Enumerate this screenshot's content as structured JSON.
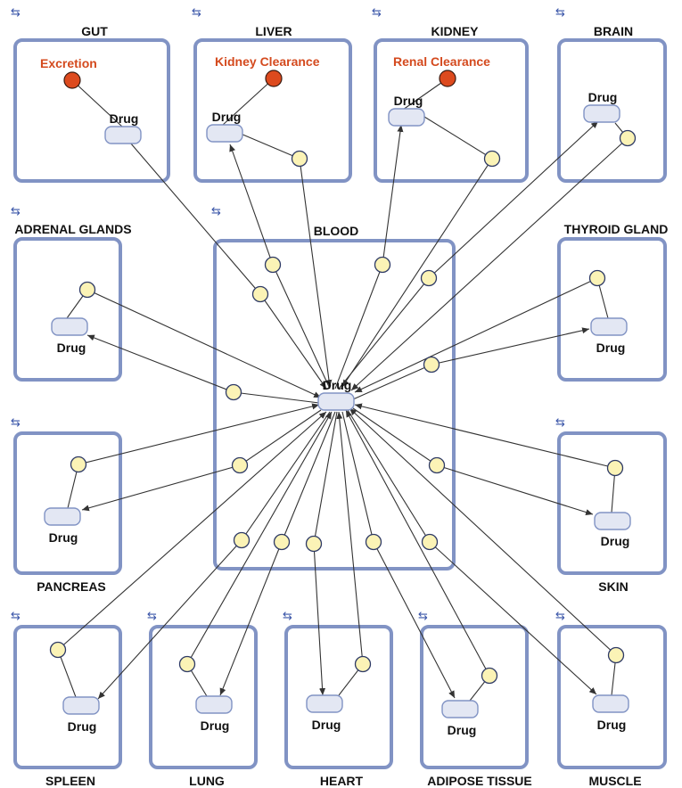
{
  "compartments": {
    "gut": "GUT",
    "liver": "LIVER",
    "kidney": "KIDNEY",
    "brain": "BRAIN",
    "adrenal": "ADRENAL GLANDS",
    "blood": "BLOOD",
    "thyroid": "THYROID GLAND",
    "pancreas": "PANCREAS",
    "skin": "SKIN",
    "spleen": "SPLEEN",
    "lung": "LUNG",
    "heart": "HEART",
    "adipose": "ADIPOSE TISSUE",
    "muscle": "MUSCLE"
  },
  "species_label": "Drug",
  "sinks": {
    "gut": "Excretion",
    "liver": "Kidney Clearance",
    "kidney": "Renal Clearance"
  },
  "compartment_icon": "swap-arrow-icon",
  "colors": {
    "compartment_border": "#8193c4",
    "species_fill": "#e3e7f3",
    "reaction_fill": "#fbf3b6",
    "sink_fill": "#dd4a1e",
    "sink_label": "#d44a1e"
  }
}
